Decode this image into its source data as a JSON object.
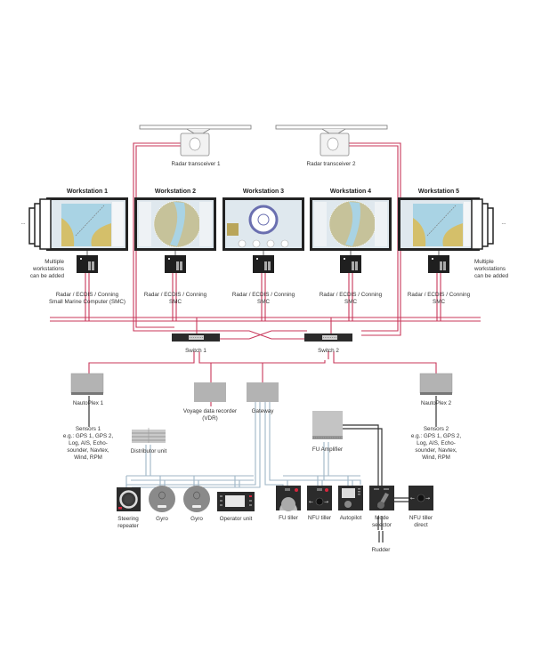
{
  "colors": {
    "ethernet": "#c8375a",
    "can_bus": "#9fb6c6",
    "analog": "#333333",
    "device_gray": "#b3b3b3",
    "device_dark": "#2b2b2b",
    "alert": "#d7263d"
  },
  "radars": [
    {
      "label": "Radar transceiver 1"
    },
    {
      "label": "Radar transceiver 2"
    }
  ],
  "workstations": [
    {
      "title": "Workstation 1",
      "screen": "chart",
      "smc_label_1": "Radar / ECDIS / Conning",
      "smc_label_2": "Small Marine Computer (SMC)"
    },
    {
      "title": "Workstation 2",
      "screen": "radar",
      "smc_label_1": "Radar / ECDIS / Conning",
      "smc_label_2": "SMC"
    },
    {
      "title": "Workstation 3",
      "screen": "conning",
      "smc_label_1": "Radar / ECDIS / Conning",
      "smc_label_2": "SMC"
    },
    {
      "title": "Workstation 4",
      "screen": "radar",
      "smc_label_1": "Radar / ECDIS / Conning",
      "smc_label_2": "SMC"
    },
    {
      "title": "Workstation 5",
      "screen": "chart",
      "smc_label_1": "Radar / ECDIS / Conning",
      "smc_label_2": "SMC"
    }
  ],
  "more_left": "...",
  "more_right": "...",
  "multiple_note": [
    "Multiple",
    "workstations",
    "can be added"
  ],
  "switches": [
    {
      "label": "Switch 1"
    },
    {
      "label": "Switch 2"
    }
  ],
  "nautoplex": [
    {
      "label": "NautoPlex 1",
      "sensors": [
        "Sensors 1",
        "e.g.: GPS 1, GPS 2,",
        "Log, AIS, Echo-",
        "sounder, Navtex,",
        "Wind, RPM"
      ]
    },
    {
      "label": "NautoPlex 2",
      "sensors": [
        "Sensors 2",
        "e.g.: GPS 1, GPS 2,",
        "Log, AIS, Echo-",
        "sounder, Navtex,",
        "Wind, RPM"
      ]
    }
  ],
  "vdr": {
    "label_1": "Voyage data recorder",
    "label_2": "(VDR)"
  },
  "gateway": {
    "label": "Gateway"
  },
  "distributor": {
    "label": "Distributor unit"
  },
  "fu_amplifier": {
    "label": "FU Amplifier"
  },
  "devices": {
    "steering_repeater": [
      "Steering",
      "repeater"
    ],
    "gyro_1": [
      "Gyro"
    ],
    "gyro_2": [
      "Gyro"
    ],
    "operator_unit": [
      "Operator unit"
    ],
    "fu_tiller": [
      "FU tiller"
    ],
    "nfu_tiller": [
      "NFU tiller"
    ],
    "autopilot": [
      "Autopilot"
    ],
    "mode_selector": [
      "Mode",
      "selector"
    ],
    "nfu_tiller_direct": [
      "NFU tiller",
      "direct"
    ]
  },
  "rudder": {
    "label": "Rudder"
  }
}
